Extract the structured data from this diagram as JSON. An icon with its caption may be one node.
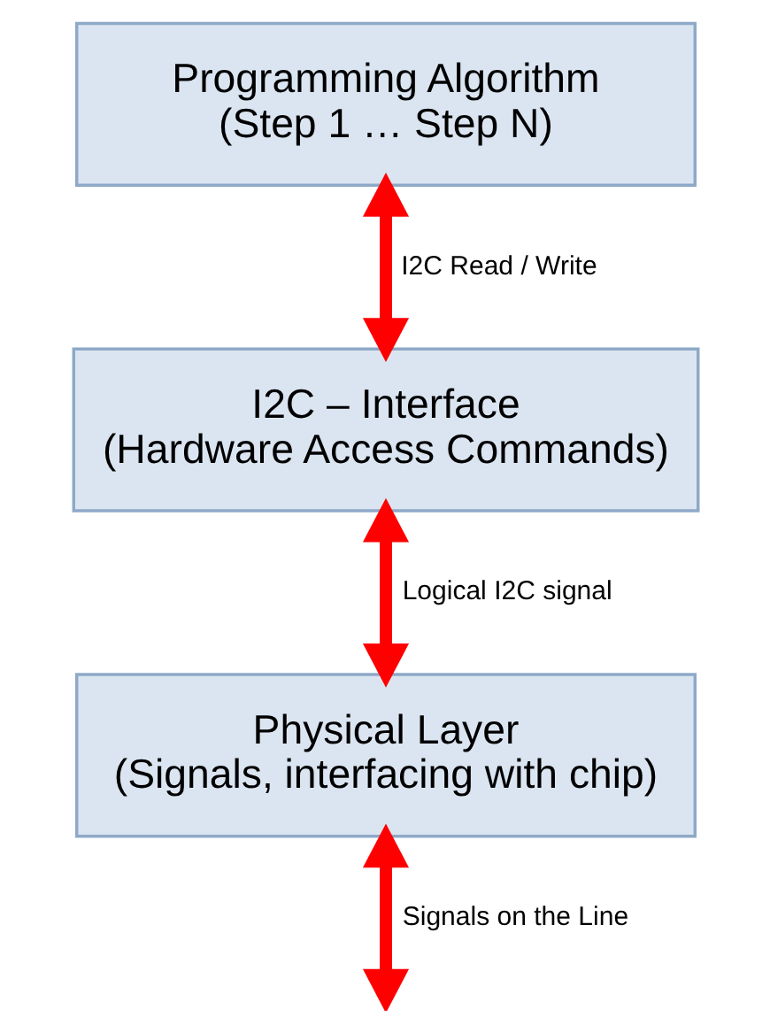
{
  "diagram": {
    "nodes": [
      {
        "text": [
          "Programming Algorithm",
          "(Step 1 … Step N)"
        ]
      },
      {
        "text": [
          "I2C – Interface",
          "(Hardware Access Commands)"
        ]
      },
      {
        "text": [
          "Physical Layer",
          "(Signals, interfacing with chip)"
        ]
      }
    ],
    "edges": [
      {
        "from": 0,
        "to": 1,
        "arrow": "both",
        "label": "I2C Read / Write",
        "color": "#ff0000"
      },
      {
        "from": 1,
        "to": 2,
        "arrow": "both",
        "label": "Logical I2C signal",
        "color": "#ff0000"
      },
      {
        "from": 2,
        "to": null,
        "arrow": "both",
        "label": "Signals on the Line",
        "color": "#ff0000"
      }
    ]
  }
}
